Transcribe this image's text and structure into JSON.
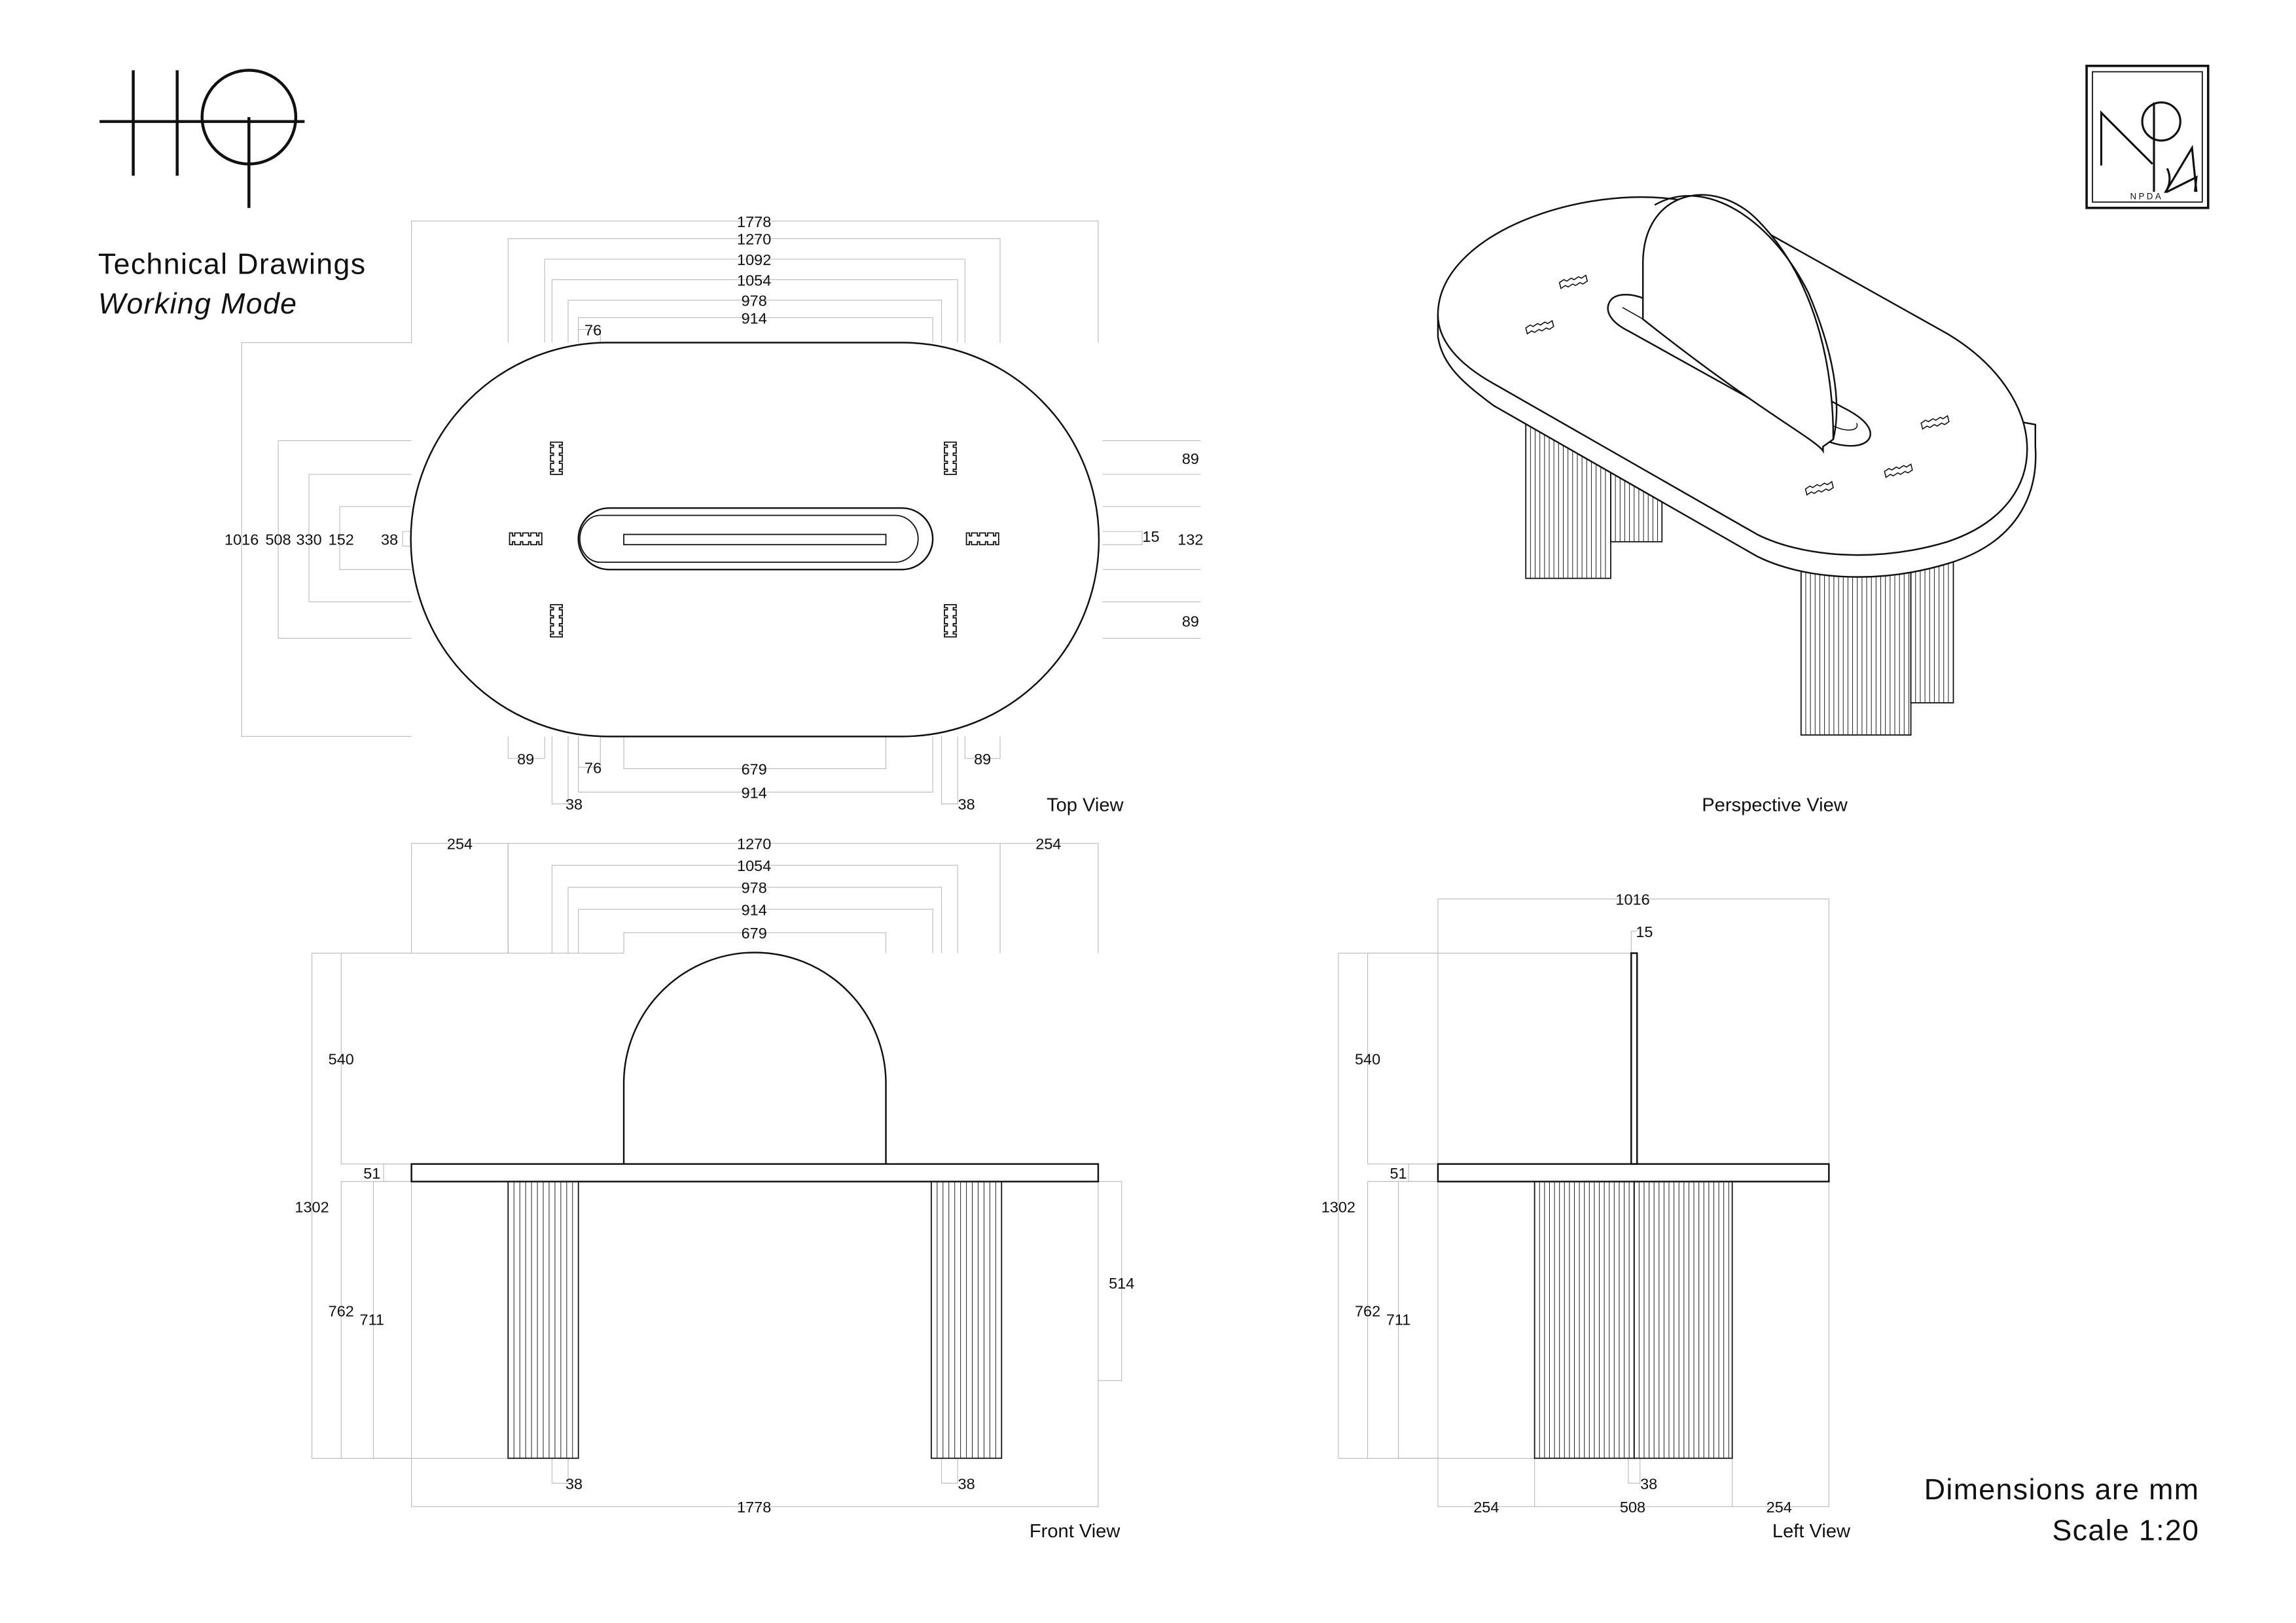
{
  "header": {
    "logo_text": "HQ",
    "title": "Technical Drawings",
    "subtitle": "Working Mode",
    "brand_logo_text": "NPDA"
  },
  "footer": {
    "units": "Dimensions are mm",
    "scale": "Scale 1:20"
  },
  "top_view": {
    "caption": "Top View",
    "top_dims": [
      "1778",
      "1270",
      "1092",
      "1054",
      "978",
      "914",
      "76"
    ],
    "left_dims": [
      "1016",
      "508",
      "330",
      "152",
      "38"
    ],
    "right_dims": [
      "89",
      "15",
      "132",
      "89"
    ],
    "bottom_dims": [
      "89",
      "76",
      "679",
      "89",
      "914",
      "38",
      "38"
    ]
  },
  "perspective_view": {
    "caption": "Perspective View"
  },
  "front_view": {
    "caption": "Front View",
    "top_dims": [
      "254",
      "1270",
      "254",
      "1054",
      "978",
      "914",
      "679"
    ],
    "vertical_dims": [
      "540",
      "51",
      "1302",
      "762",
      "711",
      "514"
    ],
    "bottom_dims": [
      "38",
      "38",
      "1778"
    ]
  },
  "left_view": {
    "caption": "Left View",
    "top_dims": [
      "1016",
      "15"
    ],
    "vertical_dims": [
      "540",
      "51",
      "1302",
      "762",
      "711"
    ],
    "bottom_dims": [
      "38",
      "254",
      "508",
      "254"
    ]
  }
}
